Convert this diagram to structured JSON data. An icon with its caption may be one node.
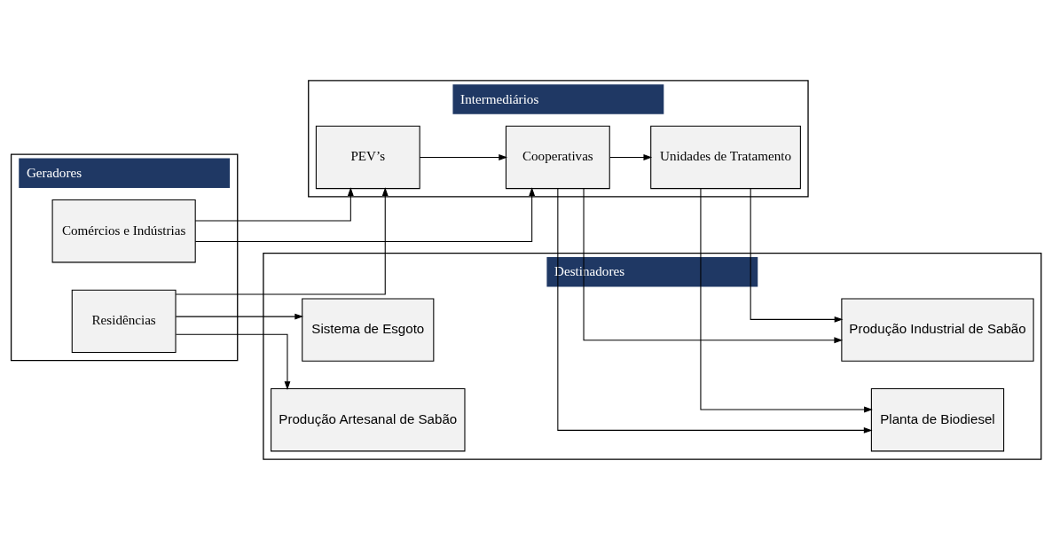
{
  "diagram": {
    "nodes": [
      {
        "text": [
          "Geradores"
        ]
      },
      {
        "text": [
          "Intermediários"
        ]
      },
      {
        "text": [
          "Destinadores"
        ]
      },
      {
        "text": [
          "Residências"
        ],
        "in": 0
      },
      {
        "text": [
          "Comércios e Indústrias"
        ],
        "in": 0
      },
      {
        "text": [
          "PEV’s"
        ],
        "in": 1
      },
      {
        "text": [
          "Cooperativas"
        ],
        "in": 1
      },
      {
        "text": [
          "Unidades de Tratamento"
        ],
        "in": 1
      },
      {
        "text": [
          "Sistema de Esgoto"
        ],
        "in": 2
      },
      {
        "text": [
          "Produção Artesanal de Sabão"
        ],
        "in": 2
      },
      {
        "text": [
          "Produção Industrial de Sabão"
        ],
        "in": 2
      },
      {
        "text": [
          "Planta de Biodiesel"
        ],
        "in": 2
      }
    ],
    "edges": [
      {
        "from": 3,
        "to": 8,
        "arrow": "to"
      },
      {
        "from": 3,
        "to": 9,
        "arrow": "to"
      },
      {
        "from": 3,
        "to": 5,
        "arrow": "to"
      },
      {
        "from": 4,
        "to": 5,
        "arrow": "to"
      },
      {
        "from": 4,
        "to": 6,
        "arrow": "to"
      },
      {
        "from": 5,
        "to": 6,
        "arrow": "to"
      },
      {
        "from": 6,
        "to": 7,
        "arrow": "to"
      },
      {
        "from": 7,
        "to": 10,
        "arrow": "to"
      },
      {
        "from": 7,
        "to": 11,
        "arrow": "to"
      },
      {
        "from": 6,
        "to": 10,
        "arrow": "to"
      },
      {
        "from": 6,
        "to": 11,
        "arrow": "to"
      }
    ]
  }
}
